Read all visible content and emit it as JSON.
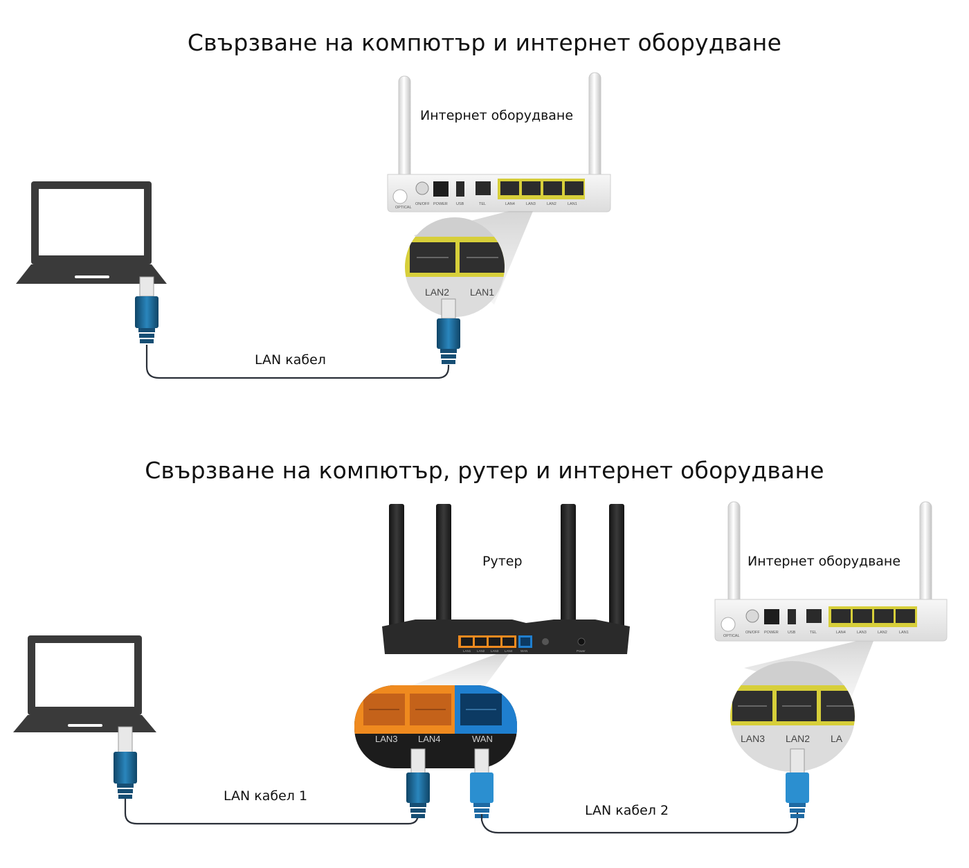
{
  "sections": [
    {
      "title": "Свързване на компютър и интернет оборудване",
      "modem_label": "Интернет оборудване",
      "cable_label": "LAN кабел",
      "modem_ports": {
        "optical": "OPTICAL",
        "onoff": "ON/OFF",
        "power": "POWER",
        "usb": "USB",
        "tel": "TEL",
        "lan4": "LAN4",
        "lan3": "LAN3",
        "lan2": "LAN2",
        "lan1": "LAN1"
      },
      "zoom_ports": [
        "LAN2",
        "LAN1"
      ]
    },
    {
      "title": "Свързване на компютър, рутер и интернет оборудване",
      "router_label": "Рутер",
      "modem_label": "Интернет оборудване",
      "cable1_label": "LAN кабел 1",
      "cable2_label": "LAN кабел 2",
      "router_ports": {
        "lan1": "LAN1",
        "lan2": "LAN2",
        "lan3": "LAN3",
        "lan4": "LAN4",
        "wan": "WAN",
        "power": "Power"
      },
      "router_zoom_ports": [
        "LAN3",
        "LAN4",
        "WAN"
      ],
      "modem_ports": {
        "optical": "OPTICAL",
        "onoff": "ON/OFF",
        "power": "POWER",
        "usb": "USB",
        "tel": "TEL",
        "lan4": "LAN4",
        "lan3": "LAN3",
        "lan2": "LAN2",
        "lan1": "LAN1"
      },
      "modem_zoom_ports": [
        "LAN3",
        "LAN2",
        "LA"
      ]
    }
  ],
  "colors": {
    "laptop": "#3a3a3a",
    "connector": "#1b6fa0",
    "connector_dark": "#0f4466",
    "cable": "#2a2f38",
    "modem_lan": "#d7cf3a",
    "router_lan": "#ef8a1f",
    "router_wan": "#1f7fcf",
    "router_body": "#2a2a2a",
    "modem_body": "#e9e9e9"
  }
}
